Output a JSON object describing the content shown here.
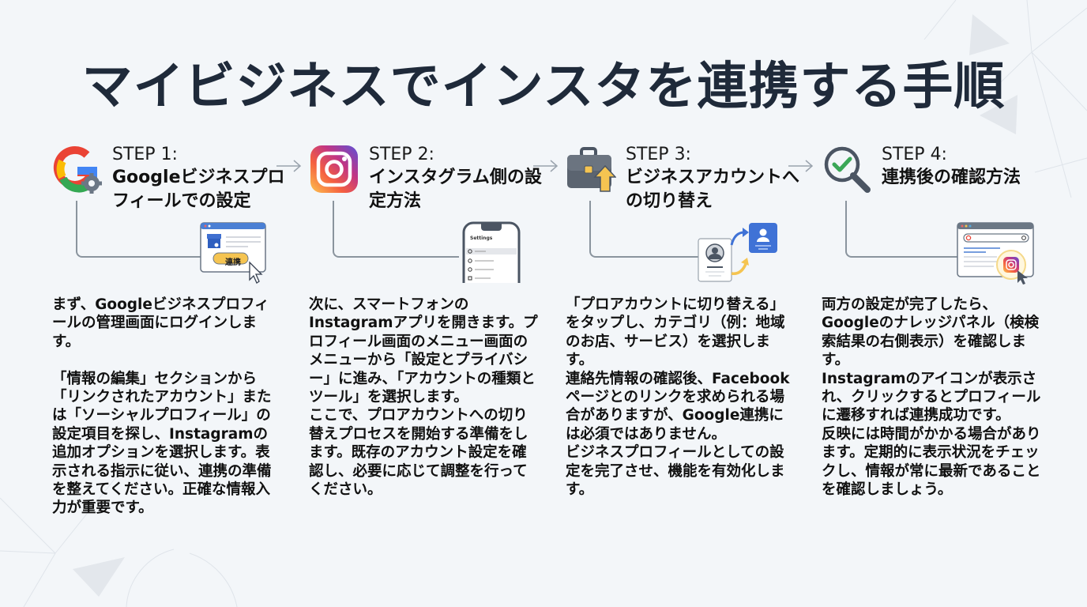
{
  "title": "マイビジネスでインスタを連携する手順",
  "steps": [
    {
      "label": "STEP 1:",
      "heading": "Googleビジネスプロフィールでの設定",
      "icon": "google-gear-icon",
      "illustration": {
        "type": "browser-window-with-button",
        "button_label": "連携"
      },
      "body": "まず、Googleビジネスプロフィールの管理画面にログインします。\n\n「情報の編集」セクションから「リンクされたアカウント」または「ソーシャルプロフィール」の設定項目を探し、Instagramの追加オプションを選択します。表示される指示に従い、連携の準備を整えてください。正確な情報入力が重要です。"
    },
    {
      "label": "STEP 2:",
      "heading": "インスタグラム側の設定方法",
      "icon": "instagram-icon",
      "illustration": {
        "type": "phone-settings-screen",
        "screen_title": "Settings"
      },
      "body": "次に、スマートフォンのInstagramアプリを開きます。プロフィール画面のメニュー画面のメニューから「設定とプライバシー」に進み、「アカウントの種類とツール」を選択します。\nここで、プロアカウントへの切り替えプロセスを開始する準備をします。既存のアカウント設定を確認し、必要に応じて調整を行ってください。"
    },
    {
      "label": "STEP 3:",
      "heading": "ビジネスアカウントへの切り替え",
      "icon": "briefcase-upgrade-icon",
      "illustration": {
        "type": "profile-switch-cards"
      },
      "body": "「プロアカウントに切り替える」をタップし、カテゴリ（例：地域のお店、サービス）を選択します。\n連絡先情報の確認後、Facebookページとのリンクを求められる場合がありますが、Google連携には必須ではありません。\nビジネスプロフィールとしての設定を完了させ、機能を有効化します。"
    },
    {
      "label": "STEP 4:",
      "heading": "連携後の確認方法",
      "icon": "magnifier-check-icon",
      "illustration": {
        "type": "search-results-with-instagram"
      },
      "body": "両方の設定が完了したら、Googleのナレッジパネル（検検索結果の右側表示）を確認します。\nInstagramのアイコンが表示され、クリックするとプロフィールに遷移すれば連携成功です。\n反映には時間がかかる場合があります。定期的に表示状況をチェックし、情報が常に最新であることを確認しましょう。"
    }
  ],
  "colors": {
    "background": "#f3f6f9",
    "title": "#1f2a3a",
    "connector": "#8a949e",
    "google_blue": "#4285f4",
    "google_red": "#ea4335",
    "google_yellow": "#fbbc05",
    "google_green": "#34a853",
    "accent_yellow": "#f5c451",
    "check_green": "#3aa757"
  }
}
